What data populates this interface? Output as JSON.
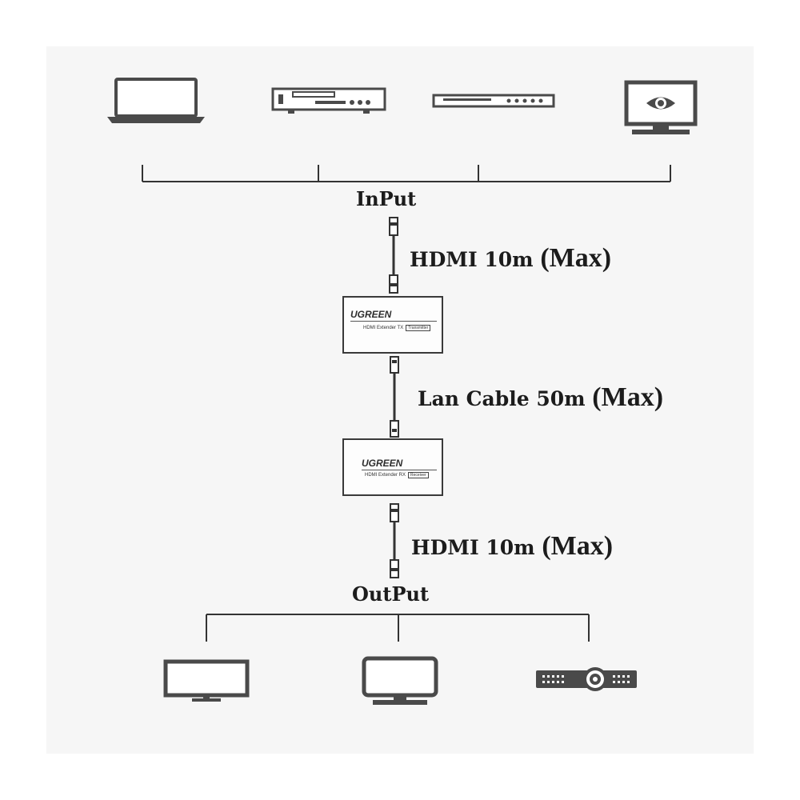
{
  "colors": {
    "line": "#333333",
    "device": "#4a4a4a",
    "panel": "#f6f6f6"
  },
  "input": {
    "label": "InPut",
    "devices": [
      {
        "icon": "laptop-icon"
      },
      {
        "icon": "dvd-player-icon"
      },
      {
        "icon": "set-top-box-icon"
      },
      {
        "icon": "monitor-eye-icon"
      }
    ]
  },
  "cables": {
    "hdmi_in": {
      "text": "HDMI 10m ",
      "max": "(Max)"
    },
    "lan": {
      "text": "Lan Cable 50m ",
      "max": "(Max)"
    },
    "hdmi_out": {
      "text": "HDMI 10m ",
      "max": "(Max)"
    }
  },
  "transmitter": {
    "brand": "UGREEN",
    "model": "HDMI Extender TX",
    "tag": "Transmitter"
  },
  "receiver": {
    "brand": "UGREEN",
    "model": "HDMI Extender RX",
    "tag": "Receiver"
  },
  "output": {
    "label": "OutPut",
    "devices": [
      {
        "icon": "monitor-icon"
      },
      {
        "icon": "tv-icon"
      },
      {
        "icon": "projector-icon"
      }
    ]
  }
}
